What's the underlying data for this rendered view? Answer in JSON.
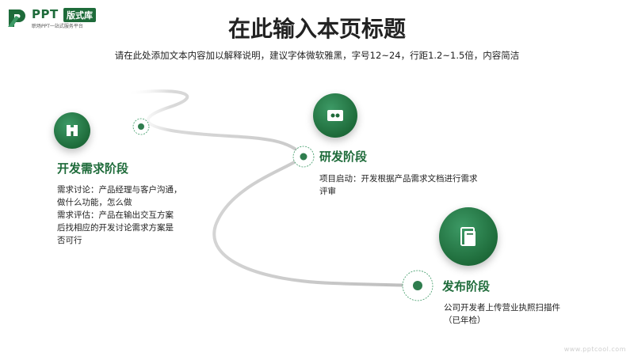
{
  "logo": {
    "brand": "PPT",
    "badge": "版式库",
    "tagline": "职场PPT一站式服务平台"
  },
  "header": {
    "title": "在此输入本页标题",
    "subtitle": "请在此处添加文本内容加以解释说明，建议字体微软雅黑，字号12~24，行距1.2~1.5倍，内容简洁"
  },
  "stages": [
    {
      "title": "开发需求阶段",
      "icon": "building-icon",
      "lines": [
        "需求讨论：产品经理与客户沟通，",
        "做什么功能，怎么做",
        "需求评估：产品在输出交互方案",
        "后找相应的开发讨论需求方案是",
        "否可行"
      ]
    },
    {
      "title": "研发阶段",
      "icon": "dots-icon",
      "lines": [
        "项目启动：开发根据产品需求文档进行需求",
        "评审"
      ]
    },
    {
      "title": "发布阶段",
      "icon": "book-icon",
      "lines": [
        "公司开发者上传营业执照扫描件",
        "（已年检）"
      ]
    }
  ],
  "watermark": "www.pptcool.com",
  "colors": {
    "accent": "#1e6b3a",
    "accent_light": "#3d9a66",
    "path": "#c8c8c8"
  }
}
